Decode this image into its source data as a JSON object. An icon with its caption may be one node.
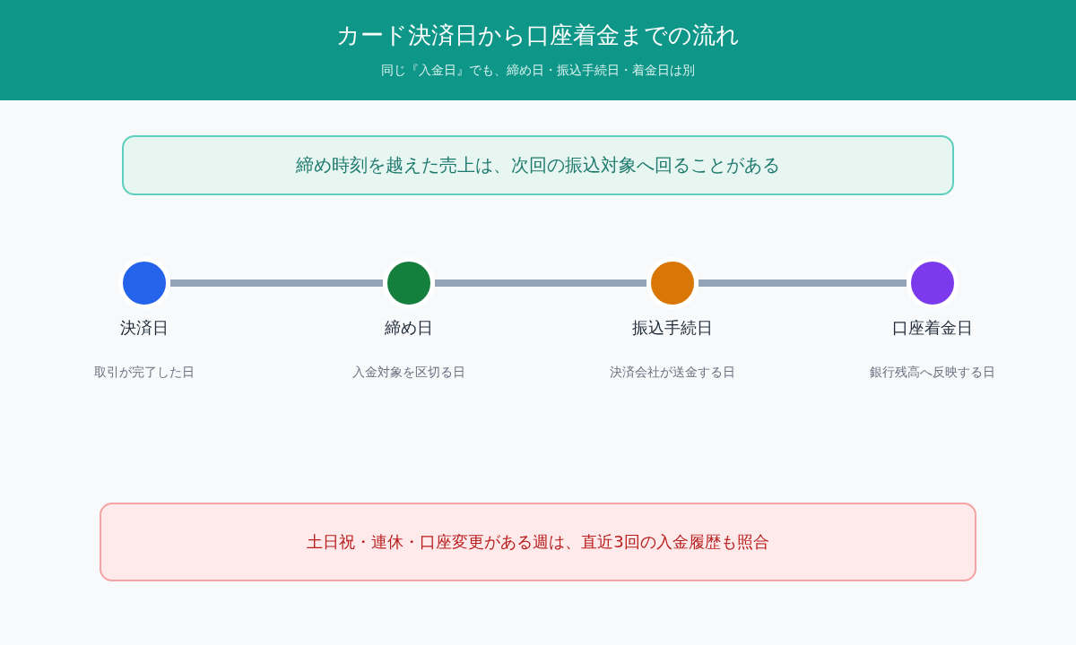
{
  "diagram": {
    "title": "カード決済日から口座着金までの流れ",
    "nodes": [
      {
        "text": [
          "締め時刻を越えた売上は、次回の振込対象へ回ることがある"
        ]
      },
      {
        "text": [
          "決済日",
          "取引が完了した日"
        ]
      },
      {
        "text": [
          "締め日",
          "入金対象を区切る日"
        ]
      },
      {
        "text": [
          "振込手続日",
          "決済会社が送金する日"
        ]
      },
      {
        "text": [
          "口座着金日",
          "銀行残高へ反映する日"
        ]
      },
      {
        "text": [
          "土日祝・連休・口座変更がある週は、直近3回の入金履歴も照合"
        ]
      }
    ],
    "edges": [
      {
        "from": 1,
        "to": 2,
        "arrow": "none"
      },
      {
        "from": 2,
        "to": 3,
        "arrow": "none"
      },
      {
        "from": 3,
        "to": 4,
        "arrow": "none"
      }
    ],
    "labels": [
      "同じ『入金日』でも、締め日・振込手続日・着金日は別"
    ]
  }
}
